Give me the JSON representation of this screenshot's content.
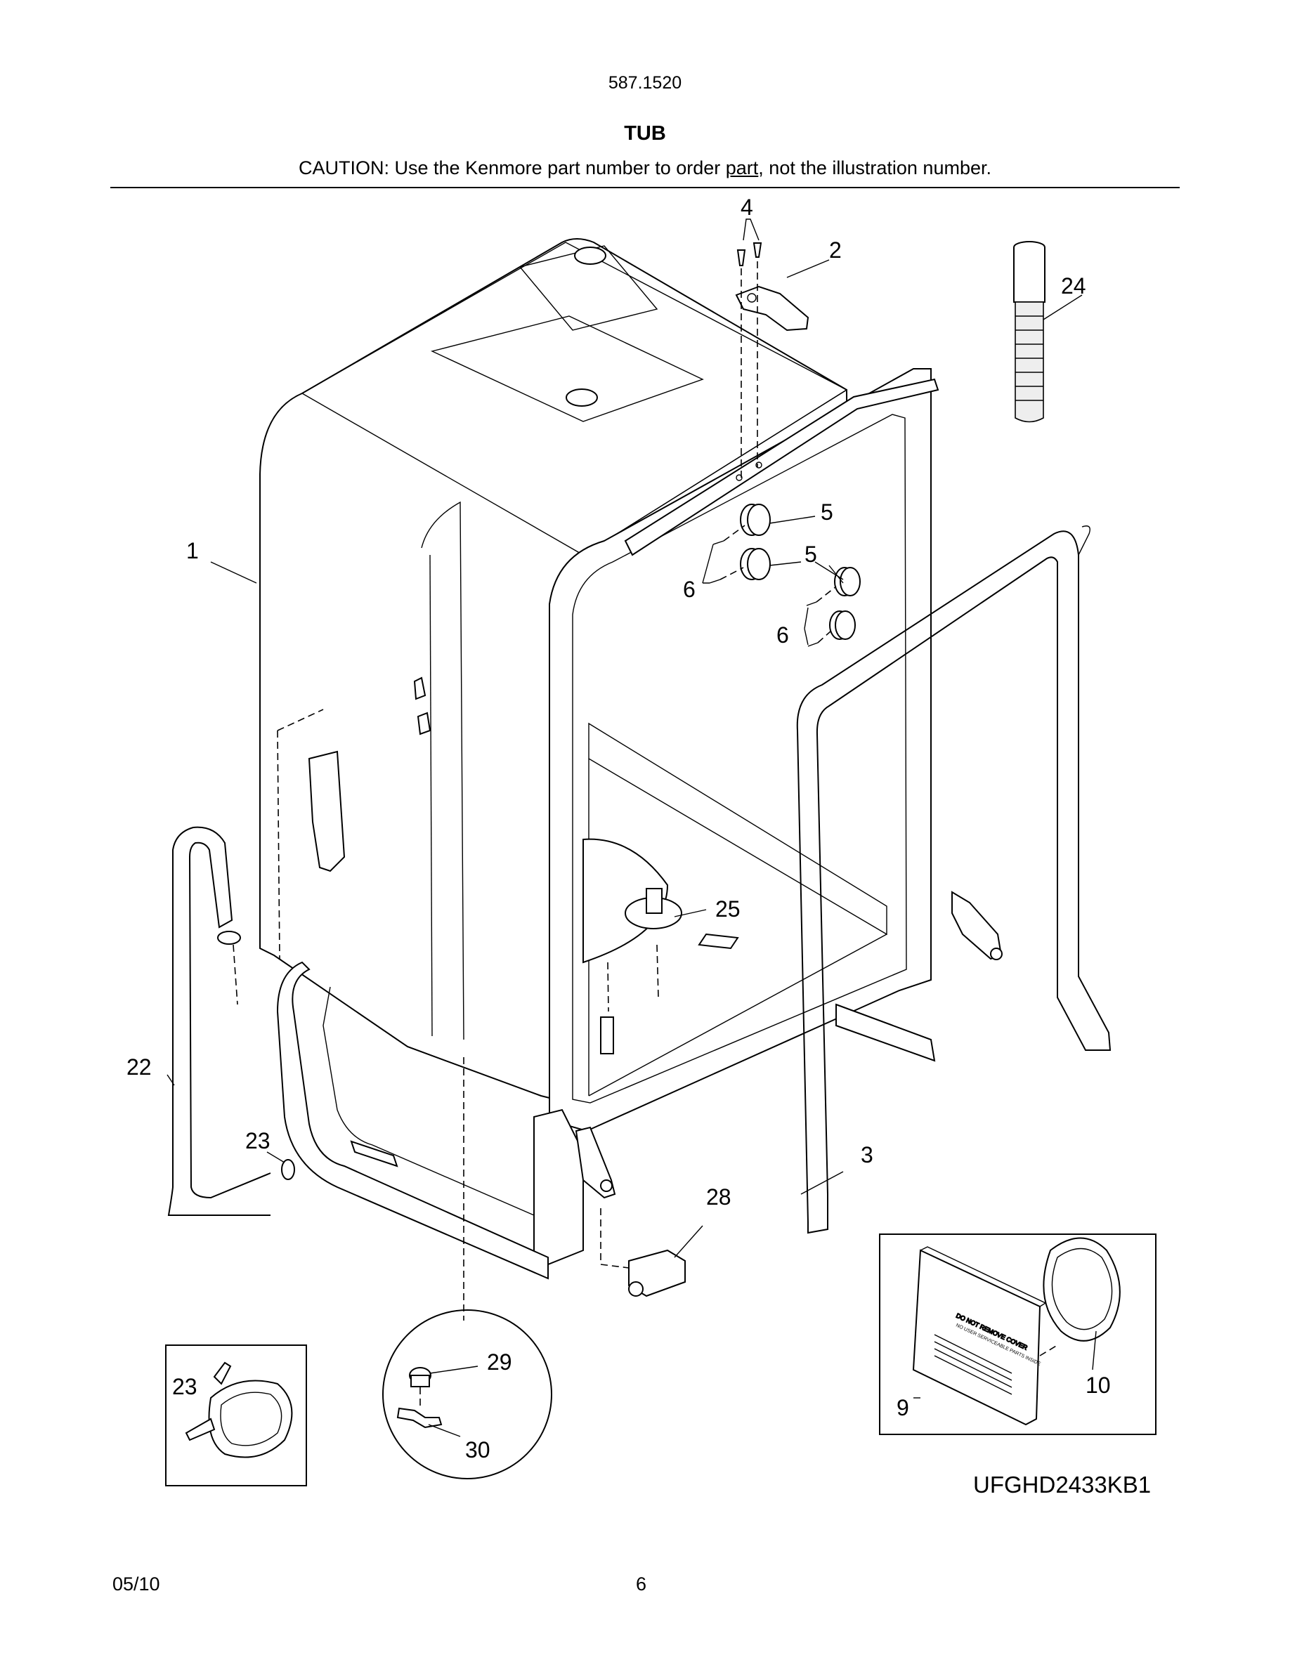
{
  "header": {
    "model_number": "587.1520",
    "section_title": "TUB",
    "caution_prefix": "CAUTION: Use the Kenmore part number to order ",
    "caution_link": "part",
    "caution_suffix": ", not the illustration number."
  },
  "callouts": [
    {
      "id": "c1",
      "label": "1"
    },
    {
      "id": "c2",
      "label": "2"
    },
    {
      "id": "c3",
      "label": "3"
    },
    {
      "id": "c4",
      "label": "4"
    },
    {
      "id": "c5a",
      "label": "5"
    },
    {
      "id": "c5b",
      "label": "5"
    },
    {
      "id": "c6a",
      "label": "6"
    },
    {
      "id": "c6b",
      "label": "6"
    },
    {
      "id": "c9",
      "label": "9"
    },
    {
      "id": "c10",
      "label": "10"
    },
    {
      "id": "c22",
      "label": "22"
    },
    {
      "id": "c23a",
      "label": "23"
    },
    {
      "id": "c23b",
      "label": "23"
    },
    {
      "id": "c24",
      "label": "24"
    },
    {
      "id": "c25",
      "label": "25"
    },
    {
      "id": "c28",
      "label": "28"
    },
    {
      "id": "c29",
      "label": "29"
    },
    {
      "id": "c30",
      "label": "30"
    }
  ],
  "box_text": {
    "cover_line1": "DO NOT REMOVE COVER",
    "cover_line2": "NO USER SERVICEABLE PARTS INSIDE"
  },
  "model_code": "UFGHD2433KB1",
  "footer": {
    "date": "05/10",
    "page_number": "6"
  }
}
